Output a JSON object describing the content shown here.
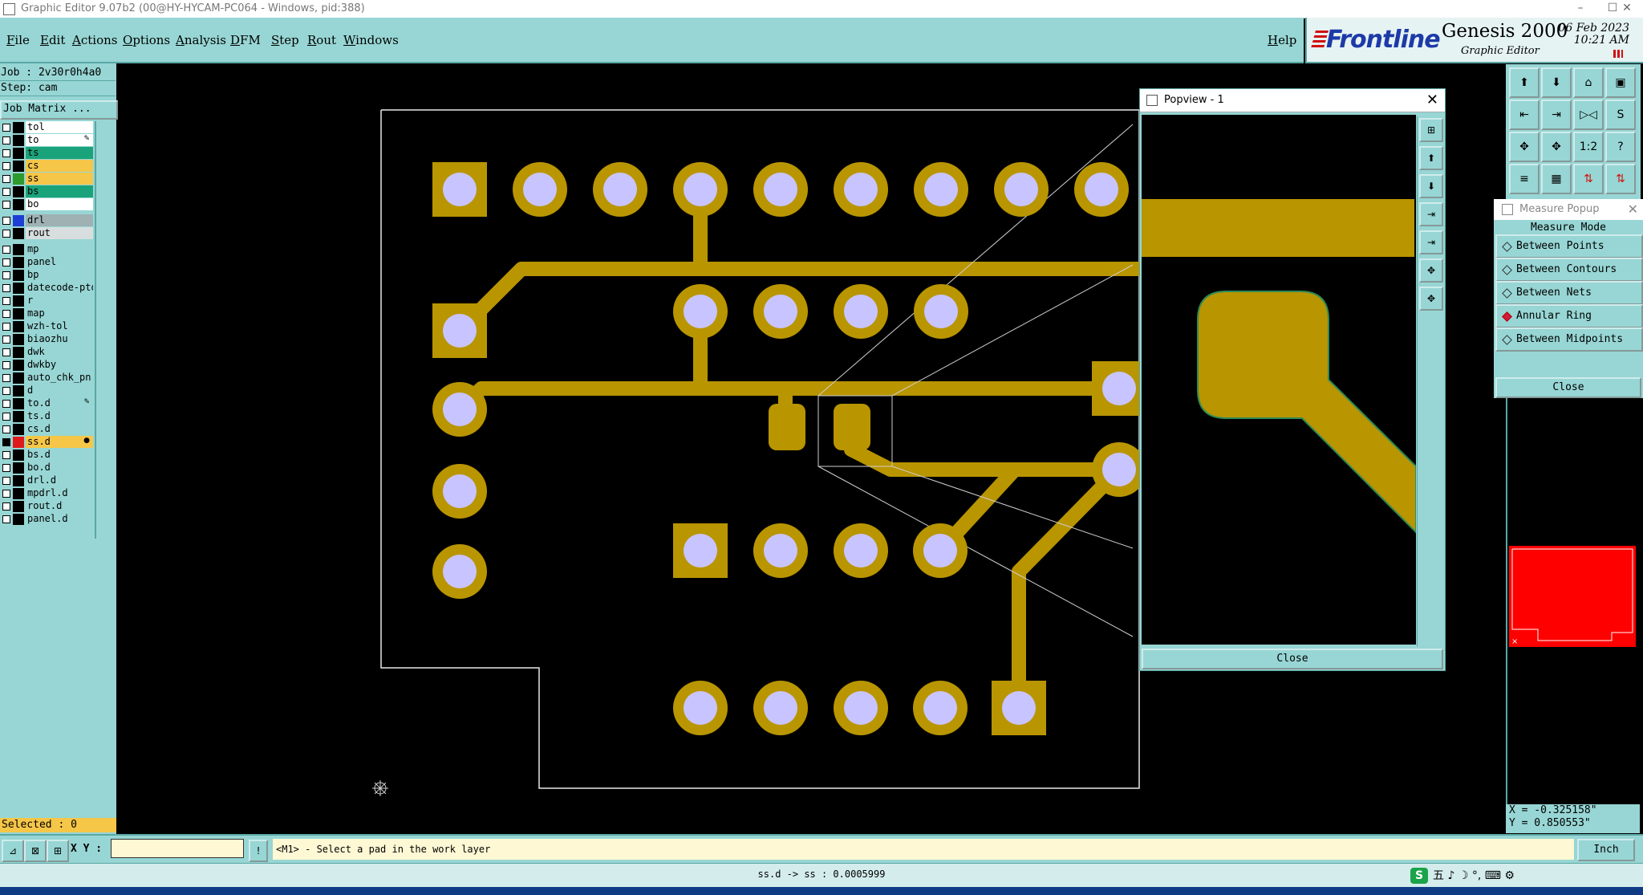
{
  "window": {
    "title": "Graphic Editor 9.07b2 (00@HY-HYCAM-PC064 - Windows, pid:388)",
    "controls": [
      "–",
      "☐",
      "✕"
    ]
  },
  "menu": [
    "File",
    "Edit",
    "Actions",
    "Options",
    "Analysis",
    "DFM",
    "Step",
    "Rout",
    "Windows"
  ],
  "help_label": "Help",
  "brand": {
    "logo": "Frontline",
    "product": "Genesis 2000",
    "subtitle": "Graphic Editor",
    "date": "06 Feb 2023",
    "time": "10:21 AM"
  },
  "job": {
    "job_line": "Job : 2v30r0h4a0",
    "step_line": "Step: cam",
    "job_matrix": "Job Matrix ..."
  },
  "layers": [
    {
      "name": "tol",
      "color": "#ffffff",
      "swatch": "#000000",
      "mark": ""
    },
    {
      "name": "to",
      "color": "#ffffff",
      "swatch": "#000000",
      "mark": "✎"
    },
    {
      "name": "ts",
      "color": "#1aa37a",
      "swatch": "#000000",
      "mark": ""
    },
    {
      "name": "cs",
      "color": "#f6c648",
      "swatch": "#000000",
      "mark": ""
    },
    {
      "name": "ss",
      "color": "#f6c648",
      "swatch": "#2e9a2e",
      "mark": ""
    },
    {
      "name": "bs",
      "color": "#1aa37a",
      "swatch": "#000000",
      "mark": ""
    },
    {
      "name": "bo",
      "color": "#ffffff",
      "swatch": "#000000",
      "mark": ""
    },
    {
      "name": "drl",
      "color": "#9fb1b3",
      "swatch": "#1f3ed6",
      "mark": ""
    },
    {
      "name": "rout",
      "color": "#d8dede",
      "swatch": "#000000",
      "mark": ""
    },
    {
      "name": "mp",
      "color": "#97d6d4",
      "swatch": "#000000",
      "mark": ""
    },
    {
      "name": "panel",
      "color": "#97d6d4",
      "swatch": "#000000",
      "mark": ""
    },
    {
      "name": "bp",
      "color": "#97d6d4",
      "swatch": "#000000",
      "mark": ""
    },
    {
      "name": "datecode-pto",
      "color": "#97d6d4",
      "swatch": "#000000",
      "mark": ""
    },
    {
      "name": "r",
      "color": "#97d6d4",
      "swatch": "#000000",
      "mark": ""
    },
    {
      "name": "map",
      "color": "#97d6d4",
      "swatch": "#000000",
      "mark": ""
    },
    {
      "name": "wzh-tol",
      "color": "#97d6d4",
      "swatch": "#000000",
      "mark": ""
    },
    {
      "name": "biaozhu",
      "color": "#97d6d4",
      "swatch": "#000000",
      "mark": ""
    },
    {
      "name": "dwk",
      "color": "#97d6d4",
      "swatch": "#000000",
      "mark": ""
    },
    {
      "name": "dwkby",
      "color": "#97d6d4",
      "swatch": "#000000",
      "mark": ""
    },
    {
      "name": "auto_chk_pn",
      "color": "#97d6d4",
      "swatch": "#000000",
      "mark": ""
    },
    {
      "name": "d",
      "color": "#97d6d4",
      "swatch": "#000000",
      "mark": ""
    },
    {
      "name": "to.d",
      "color": "#97d6d4",
      "swatch": "#000000",
      "mark": "✎"
    },
    {
      "name": "ts.d",
      "color": "#97d6d4",
      "swatch": "#000000",
      "mark": ""
    },
    {
      "name": "cs.d",
      "color": "#97d6d4",
      "swatch": "#000000",
      "mark": ""
    },
    {
      "name": "ss.d",
      "color": "#f6c648",
      "swatch": "#e01a1a",
      "mark": "●",
      "selected": true
    },
    {
      "name": "bs.d",
      "color": "#97d6d4",
      "swatch": "#000000",
      "mark": ""
    },
    {
      "name": "bo.d",
      "color": "#97d6d4",
      "swatch": "#000000",
      "mark": ""
    },
    {
      "name": "drl.d",
      "color": "#97d6d4",
      "swatch": "#000000",
      "mark": ""
    },
    {
      "name": "mpdrl.d",
      "color": "#97d6d4",
      "swatch": "#000000",
      "mark": ""
    },
    {
      "name": "rout.d",
      "color": "#97d6d4",
      "swatch": "#000000",
      "mark": ""
    },
    {
      "name": "panel.d",
      "color": "#97d6d4",
      "swatch": "#000000",
      "mark": ""
    }
  ],
  "selected_label": "Selected : 0",
  "popview": {
    "title": "Popview - 1",
    "close_label": "Close"
  },
  "measure": {
    "title": "Measure Popup",
    "mode_label": "Measure Mode",
    "options": [
      {
        "label": "Between Points",
        "active": false
      },
      {
        "label": "Between Contours",
        "active": false
      },
      {
        "label": "Between Nets",
        "active": false
      },
      {
        "label": "Annular Ring",
        "active": true
      },
      {
        "label": "Between Midpoints",
        "active": false
      }
    ],
    "close_label": "Close"
  },
  "coords": {
    "x": "X = -0.325158\"",
    "y": "Y = 0.850553\""
  },
  "command": {
    "xy_label": "X Y :",
    "xy_value": "",
    "prompt": "<M1> - Select a pad in the work layer",
    "units": "Inch"
  },
  "status": {
    "message": "ss.d -> ss : 0.0005999"
  },
  "ime_icons": "五 ♪ ☽ °, ⌨ ⚙",
  "ime_badge": "S",
  "toolbar_icons": [
    "⬆",
    "⬇",
    "⌂",
    "▣",
    "⇤",
    "⇥",
    "▷◁",
    "S",
    "✥",
    "✥",
    "1:2",
    "?",
    "≡",
    "▦",
    "⇅",
    "⇅"
  ],
  "popview_tools": [
    "⊞",
    "⬆",
    "⬇",
    "⇥",
    "⇥",
    "✥",
    "✥"
  ],
  "colors": {
    "copper": "#b99500",
    "pad_hole": "#c8c4ff",
    "panel_bg": "#97d6d4",
    "highlight": "#f6c648"
  }
}
